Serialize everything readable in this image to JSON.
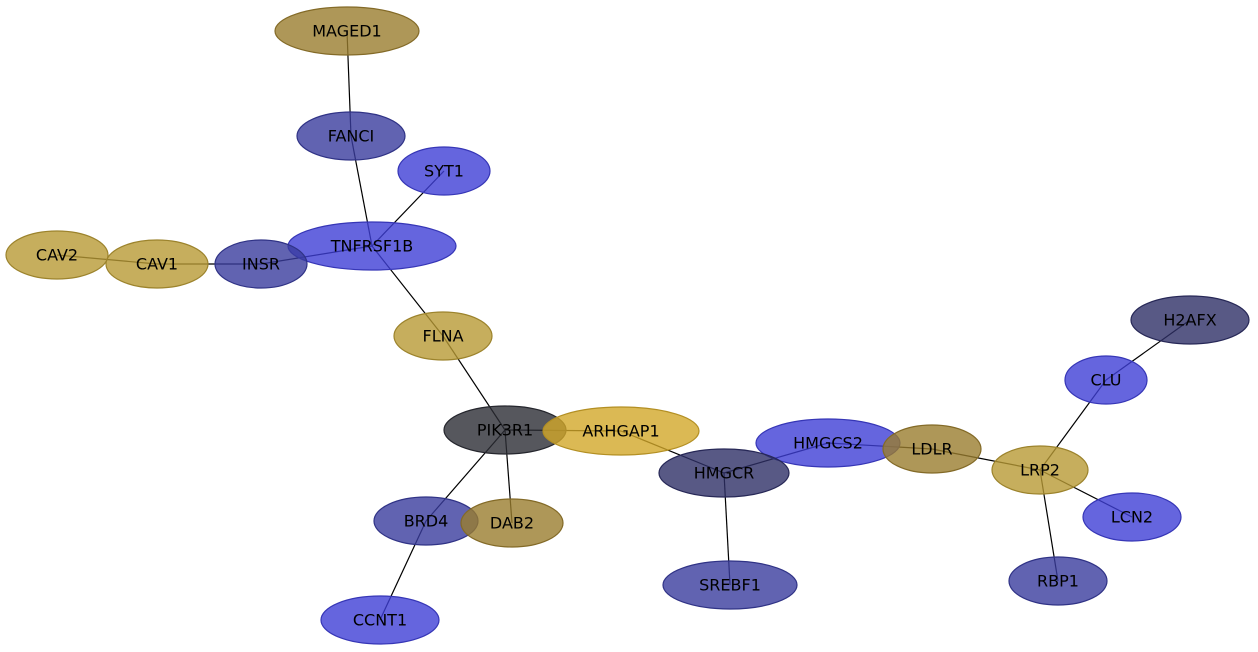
{
  "colors": {
    "blue": "#3f3fd6",
    "slate_blue": "#393c9e",
    "navy_gray": "#2e2f66",
    "dark_gray": "#2c2d35",
    "tan": "#9a7d2e",
    "gold": "#b89a34",
    "yellow_gold": "#d2a829"
  },
  "nodes": [
    {
      "id": "MAGED1",
      "label": "MAGED1",
      "color": "tan"
    },
    {
      "id": "FANCI",
      "label": "FANCI",
      "color": "slate_blue"
    },
    {
      "id": "SYT1",
      "label": "SYT1",
      "color": "blue"
    },
    {
      "id": "TNFRSF1B",
      "label": "TNFRSF1B",
      "color": "blue"
    },
    {
      "id": "INSR",
      "label": "INSR",
      "color": "slate_blue"
    },
    {
      "id": "CAV1",
      "label": "CAV1",
      "color": "gold"
    },
    {
      "id": "CAV2",
      "label": "CAV2",
      "color": "gold"
    },
    {
      "id": "FLNA",
      "label": "FLNA",
      "color": "gold"
    },
    {
      "id": "PIK3R1",
      "label": "PIK3R1",
      "color": "dark_gray"
    },
    {
      "id": "ARHGAP1",
      "label": "ARHGAP1",
      "color": "yellow_gold"
    },
    {
      "id": "BRD4",
      "label": "BRD4",
      "color": "slate_blue"
    },
    {
      "id": "DAB2",
      "label": "DAB2",
      "color": "tan"
    },
    {
      "id": "CCNT1",
      "label": "CCNT1",
      "color": "blue"
    },
    {
      "id": "HMGCS2",
      "label": "HMGCS2",
      "color": "blue"
    },
    {
      "id": "HMGCR",
      "label": "HMGCR",
      "color": "navy_gray"
    },
    {
      "id": "SREBF1",
      "label": "SREBF1",
      "color": "slate_blue"
    },
    {
      "id": "LDLR",
      "label": "LDLR",
      "color": "tan"
    },
    {
      "id": "LRP2",
      "label": "LRP2",
      "color": "gold"
    },
    {
      "id": "CLU",
      "label": "CLU",
      "color": "blue"
    },
    {
      "id": "H2AFX",
      "label": "H2AFX",
      "color": "navy_gray"
    },
    {
      "id": "LCN2",
      "label": "LCN2",
      "color": "blue"
    },
    {
      "id": "RBP1",
      "label": "RBP1",
      "color": "slate_blue"
    }
  ],
  "edges": [
    [
      "MAGED1",
      "FANCI"
    ],
    [
      "FANCI",
      "TNFRSF1B"
    ],
    [
      "SYT1",
      "TNFRSF1B"
    ],
    [
      "TNFRSF1B",
      "INSR"
    ],
    [
      "INSR",
      "CAV1"
    ],
    [
      "CAV1",
      "CAV2"
    ],
    [
      "TNFRSF1B",
      "FLNA"
    ],
    [
      "FLNA",
      "PIK3R1"
    ],
    [
      "PIK3R1",
      "ARHGAP1"
    ],
    [
      "PIK3R1",
      "BRD4"
    ],
    [
      "PIK3R1",
      "DAB2"
    ],
    [
      "BRD4",
      "CCNT1"
    ],
    [
      "ARHGAP1",
      "HMGCR"
    ],
    [
      "HMGCR",
      "HMGCS2"
    ],
    [
      "HMGCR",
      "SREBF1"
    ],
    [
      "HMGCS2",
      "LDLR"
    ],
    [
      "LDLR",
      "LRP2"
    ],
    [
      "LRP2",
      "CLU"
    ],
    [
      "CLU",
      "H2AFX"
    ],
    [
      "LRP2",
      "LCN2"
    ],
    [
      "LRP2",
      "RBP1"
    ]
  ]
}
